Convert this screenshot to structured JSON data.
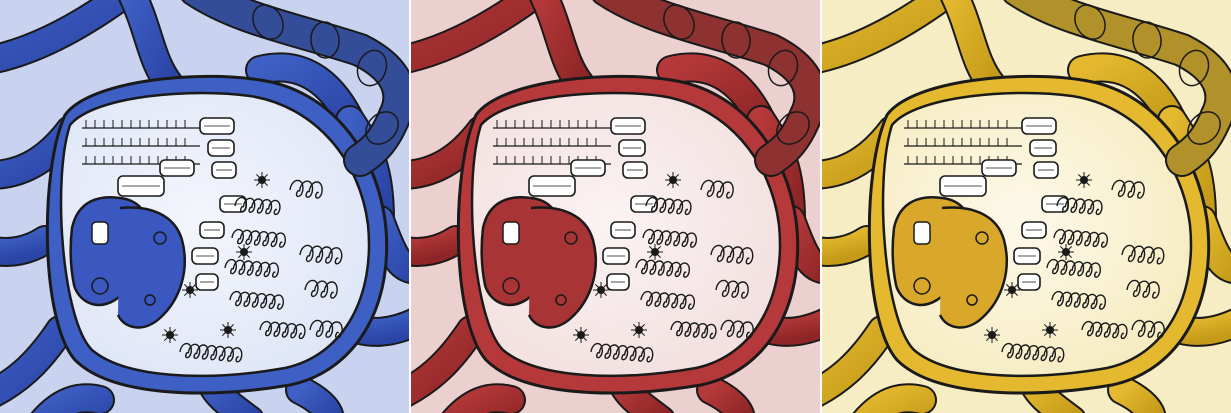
{
  "panels": [
    {
      "name": "blue",
      "colors": {
        "background": "#c9d3ef",
        "vessel": "#3e5fc4",
        "vessel_dark": "#2a45a6",
        "cell": "#dfe6f7",
        "cell_glow": "#f4f6fc",
        "nucleus": "#3a58c0"
      }
    },
    {
      "name": "red",
      "colors": {
        "background": "#ecd0d0",
        "vessel": "#b5393a",
        "vessel_dark": "#8e2526",
        "cell": "#f3e0e0",
        "cell_glow": "#fbf3f3",
        "nucleus": "#a83435"
      }
    },
    {
      "name": "yellow",
      "colors": {
        "background": "#f7edc4",
        "vessel": "#e4b92f",
        "vessel_dark": "#c49a18",
        "cell": "#f6ecc2",
        "cell_glow": "#fdf9ea",
        "nucleus": "#d9a72a"
      }
    }
  ],
  "icons": {
    "blood_vessel": "blood-vessel-illustration",
    "cell": "cell-illustration",
    "nucleus": "nucleus-illustration",
    "ribosome": "ribosome-illustration",
    "chromatin": "chromatin-coil-illustration",
    "tube": "membrane-tube-illustration"
  }
}
